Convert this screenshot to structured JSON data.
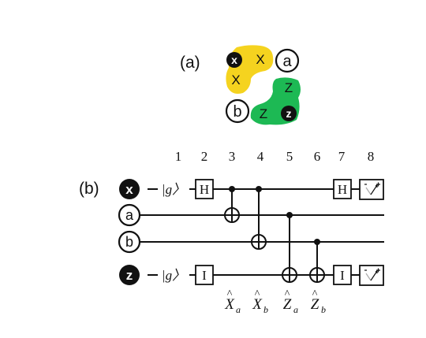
{
  "panel_a": {
    "label": "(a)",
    "circles": [
      {
        "letter": "x",
        "style": "filled"
      },
      {
        "letter": "a",
        "style": "outline"
      },
      {
        "letter": "b",
        "style": "outline"
      },
      {
        "letter": "z",
        "style": "filled"
      }
    ],
    "plaquette_letters": [
      "X",
      "X",
      "Z",
      "Z"
    ],
    "colors": {
      "x_plaquette": "#f5d31f",
      "z_plaquette": "#1db954"
    }
  },
  "panel_b": {
    "label": "(b)",
    "steps": [
      "1",
      "2",
      "3",
      "4",
      "5",
      "6",
      "7",
      "8"
    ],
    "qubits": [
      {
        "letter": "x",
        "style": "filled"
      },
      {
        "letter": "a",
        "style": "outline"
      },
      {
        "letter": "b",
        "style": "outline"
      },
      {
        "letter": "z",
        "style": "filled"
      }
    ],
    "init_states": [
      "|g〉",
      "|g〉"
    ],
    "gates": [
      "H",
      "I",
      "H",
      "I"
    ],
    "operators": [
      {
        "base": "X",
        "sub": "a"
      },
      {
        "base": "X",
        "sub": "b"
      },
      {
        "base": "Z",
        "sub": "a"
      },
      {
        "base": "Z",
        "sub": "b"
      }
    ]
  }
}
